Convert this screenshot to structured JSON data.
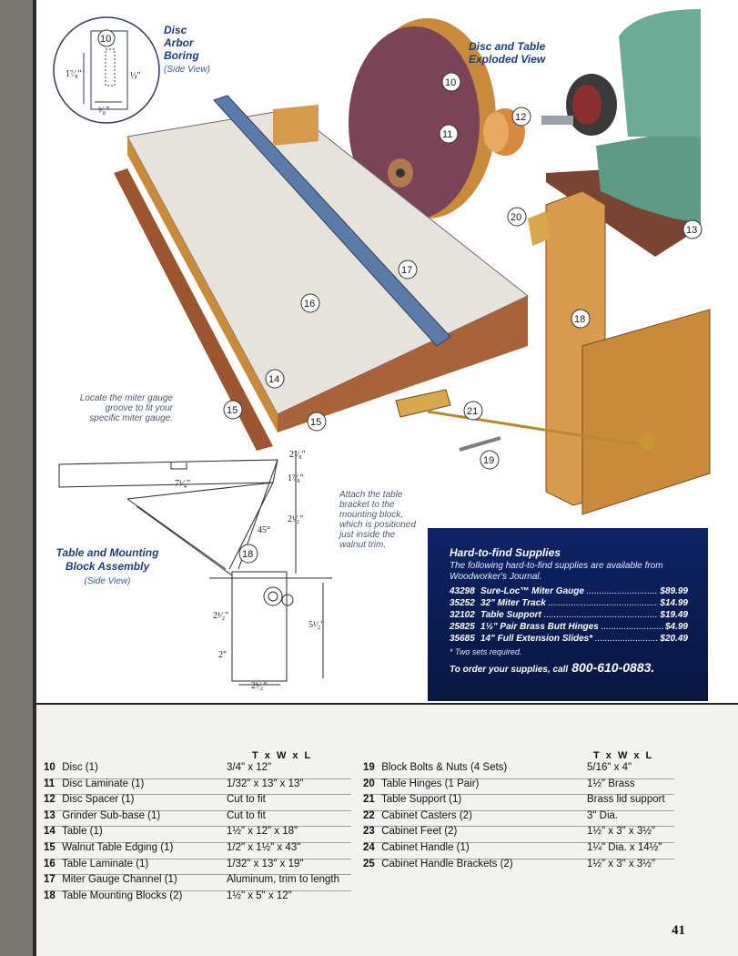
{
  "labels": {
    "disc_arbor_title": "Disc Arbor Boring",
    "disc_arbor_sub": "(Side View)",
    "exploded_title": "Disc and Table Exploded View",
    "assembly_title": "Table and Mounting Block Assembly",
    "assembly_sub": "(Side View)",
    "miter_note": "Locate the miter gauge groove to fit your specific miter gauge.",
    "bracket_note": "Attach the table bracket to the mounting block, which is positioned just inside the walnut trim."
  },
  "dimensions": {
    "arbor_left": "1⁷⁄₈\"",
    "arbor_right": "½\"",
    "arbor_bottom": "³⁄₈\"",
    "top_width": "2⁷⁄₈\"",
    "groove": "7¹⁄₄\"",
    "bracket_a": "1⁷⁄₈\"",
    "bracket_b": "2¹⁄₂\"",
    "angle": "45°",
    "block_a": "2¹⁄₂\"",
    "block_b": "2\"",
    "block_height": "5¹⁄₂\"",
    "block_width": "2¹⁄₂\""
  },
  "callouts": [
    "10",
    "11",
    "12",
    "13",
    "14",
    "15",
    "16",
    "17",
    "18",
    "19",
    "20",
    "21"
  ],
  "supplies": {
    "title": "Hard-to-find Supplies",
    "intro": "The following hard-to-find supplies are available from Woodworker's Journal.",
    "items": [
      {
        "sku": "43298",
        "name": "Sure-Loc™ Miter Gauge",
        "price": "$89.99"
      },
      {
        "sku": "35252",
        "name": "32\" Miter Track",
        "price": "$14.99"
      },
      {
        "sku": "32102",
        "name": "Table Support",
        "price": "$19.49"
      },
      {
        "sku": "25825",
        "name": "1½\" Pair Brass Butt Hinges",
        "price": "$4.99"
      },
      {
        "sku": "35685",
        "name": "14\" Full Extension Slides*",
        "price": "$20.49"
      }
    ],
    "footnote": "* Two sets required.",
    "order_text": "To order your supplies, call",
    "phone": "800-610-0883."
  },
  "materials": {
    "header": "T x W x L",
    "left": [
      {
        "num": "10",
        "part": "Disc (1)",
        "size": "3/4\" x 12\""
      },
      {
        "num": "11",
        "part": "Disc Laminate (1)",
        "size": "1/32\" x 13\" x 13\""
      },
      {
        "num": "12",
        "part": "Disc Spacer (1)",
        "size": "Cut to fit"
      },
      {
        "num": "13",
        "part": "Grinder Sub-base (1)",
        "size": "Cut to fit"
      },
      {
        "num": "14",
        "part": "Table (1)",
        "size": "1½\" x 12\" x 18\""
      },
      {
        "num": "15",
        "part": "Walnut Table Edging (1)",
        "size": "1/2\" x 1½\" x 43\""
      },
      {
        "num": "16",
        "part": "Table Laminate (1)",
        "size": "1/32\" x 13\" x 19\""
      },
      {
        "num": "17",
        "part": "Miter Gauge Channel (1)",
        "size": "Aluminum, trim to length"
      },
      {
        "num": "18",
        "part": "Table Mounting Blocks (2)",
        "size": "1½\" x 5\" x 12\""
      }
    ],
    "right": [
      {
        "num": "19",
        "part": "Block Bolts & Nuts (4 Sets)",
        "size": "5/16\" x 4\""
      },
      {
        "num": "20",
        "part": "Table Hinges (1 Pair)",
        "size": "1½\" Brass"
      },
      {
        "num": "21",
        "part": "Table Support (1)",
        "size": "Brass lid support"
      },
      {
        "num": "22",
        "part": "Cabinet Casters (2)",
        "size": "3\" Dia."
      },
      {
        "num": "23",
        "part": "Cabinet Feet (2)",
        "size": "1½\" x 3\" x 3½\""
      },
      {
        "num": "24",
        "part": "Cabinet Handle (1)",
        "size": "1¼\" Dia. x 14½\""
      },
      {
        "num": "25",
        "part": "Cabinet Handle Brackets (2)",
        "size": "1½\" x 3\" x 3½\""
      }
    ]
  },
  "page_number": "41",
  "colors": {
    "navy": "#0f2467",
    "wood": "#c98a3c",
    "laminate": "#e7e2dc",
    "grinder": "#5e9a86",
    "disc": "#7a4358"
  }
}
